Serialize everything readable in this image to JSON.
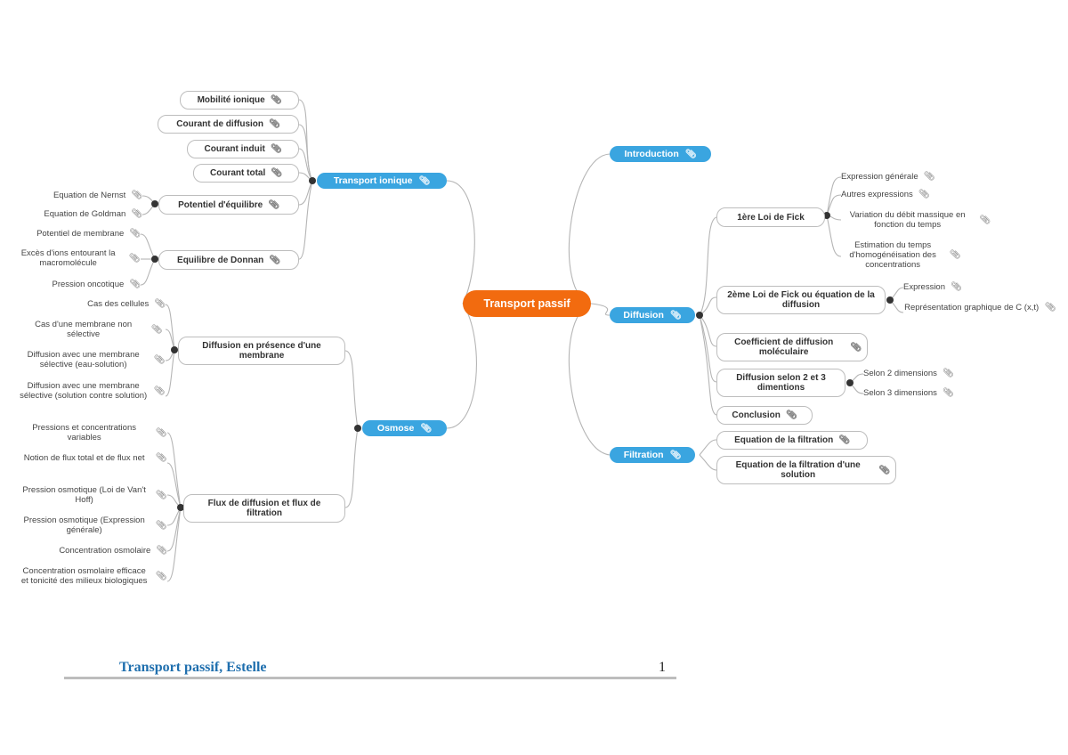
{
  "root": {
    "label": "Transport passif"
  },
  "branches": {
    "introduction": {
      "label": "Introduction"
    },
    "diffusion": {
      "label": "Diffusion",
      "fick1": {
        "label": "1ère Loi de Fick",
        "leaves": [
          "Expression générale",
          "Autres expressions",
          "Variation du débit massique en fonction du temps",
          "Estimation du temps d'homogénéisation des concentrations"
        ]
      },
      "fick2": {
        "label": "2ème Loi de Fick ou équation de la diffusion",
        "leaves": [
          "Expression",
          "Représentation graphique de C (x,t)"
        ]
      },
      "coef": {
        "label": "Coefficient de diffusion moléculaire"
      },
      "dims": {
        "label": "Diffusion selon 2 et 3 dimentions",
        "leaves": [
          "Selon 2 dimensions",
          "Selon 3 dimensions"
        ]
      },
      "conclusion": {
        "label": "Conclusion"
      }
    },
    "filtration": {
      "label": "Filtration",
      "children": [
        "Equation de la filtration",
        "Equation de la filtration d'une solution"
      ]
    },
    "transport_ionique": {
      "label": "Transport ionique",
      "children": [
        "Mobilité ionique",
        "Courant de diffusion",
        "Courant induit",
        "Courant total"
      ],
      "potentiel": {
        "label": "Potentiel d'équilibre",
        "leaves": [
          "Equation de Nernst",
          "Equation de Goldman"
        ]
      },
      "donnan": {
        "label": "Equilibre de Donnan",
        "leaves": [
          "Potentiel de membrane",
          "Excès d'ions entourant la macromolécule",
          "Pression oncotique"
        ]
      }
    },
    "osmose": {
      "label": "Osmose",
      "membrane": {
        "label": "Diffusion en présence d'une membrane",
        "leaves": [
          "Cas des cellules",
          "Cas d'une membrane non sélective",
          "Diffusion avec une membrane sélective (eau-solution)",
          "Diffusion avec une membrane sélective (solution contre solution)"
        ]
      },
      "flux": {
        "label": "Flux de diffusion et flux de filtration",
        "leaves": [
          "Pressions et concentrations variables",
          "Notion de flux total et de flux net",
          "Pression osmotique (Loi de Van't Hoff)",
          "Pression osmotique (Expression générale)",
          "Concentration osmolaire",
          "Concentration osmolaire efficace et tonicité des milieux biologiques"
        ]
      }
    }
  },
  "footer": {
    "title": "Transport passif, Estelle",
    "page": "1"
  },
  "colors": {
    "root": "#f26b0f",
    "main": "#3aa5e0",
    "line": "#b5b5b5",
    "footer_title": "#1f6fae"
  },
  "icons": {
    "attachment": "paperclip-icon"
  }
}
